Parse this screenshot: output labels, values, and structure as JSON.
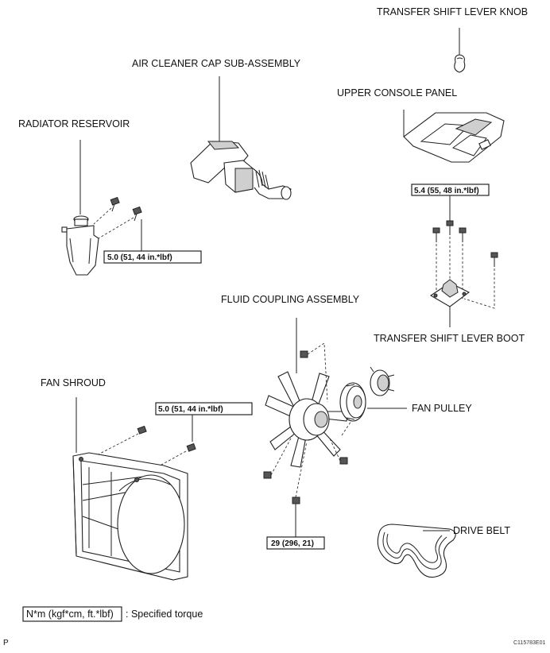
{
  "labels": {
    "transfer_shift_lever_knob": "TRANSFER SHIFT LEVER KNOB",
    "air_cleaner_cap": "AIR CLEANER CAP SUB-ASSEMBLY",
    "upper_console_panel": "UPPER CONSOLE PANEL",
    "radiator_reservoir": "RADIATOR RESERVOIR",
    "fluid_coupling": "FLUID COUPLING ASSEMBLY",
    "transfer_shift_lever_boot": "TRANSFER SHIFT LEVER BOOT",
    "fan_shroud": "FAN SHROUD",
    "fan_pulley": "FAN PULLEY",
    "drive_belt": "DRIVE BELT"
  },
  "torques": {
    "radiator_reservoir": "5.0 (51, 44 in.*lbf)",
    "console_boot": "5.4 (55, 48 in.*lbf)",
    "fan_shroud": "5.0 (51, 44 in.*lbf)",
    "fluid_coupling": "29 (296, 21)"
  },
  "legend": {
    "unit": "N*m (kgf*cm, ft.*lbf)",
    "text": ": Specified torque"
  },
  "footer": {
    "left": "P",
    "right": "C115783E01"
  }
}
